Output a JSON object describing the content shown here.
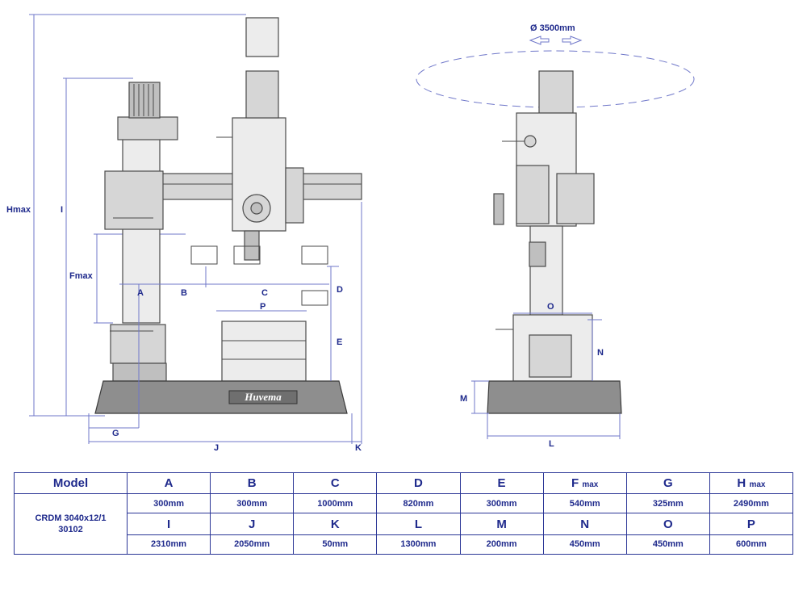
{
  "diagram": {
    "labels": {
      "swing": "Ø 3500mm",
      "Hmax": "Hmax",
      "I": "I",
      "Fmax": "Fmax",
      "A": "A",
      "B": "B",
      "C": "C",
      "D": "D",
      "E": "E",
      "P": "P",
      "G": "G",
      "J": "J",
      "K": "K",
      "O": "O",
      "N": "N",
      "M": "M",
      "L": "L"
    },
    "brand": "Huvema"
  },
  "table": {
    "model_header": "Model",
    "model_name_line1": "CRDM 3040x12/1",
    "model_name_line2": "30102",
    "row1": {
      "headers": [
        "A",
        "B",
        "C",
        "D",
        "E",
        "F",
        "G",
        "H"
      ],
      "header_subs": [
        "",
        "",
        "",
        "",
        "",
        "max",
        "",
        "max"
      ],
      "values": [
        "300mm",
        "300mm",
        "1000mm",
        "820mm",
        "300mm",
        "540mm",
        "325mm",
        "2490mm"
      ]
    },
    "row2": {
      "headers": [
        "I",
        "J",
        "K",
        "L",
        "M",
        "N",
        "O",
        "P"
      ],
      "values": [
        "2310mm",
        "2050mm",
        "50mm",
        "1300mm",
        "200mm",
        "450mm",
        "450mm",
        "600mm"
      ]
    },
    "colors": {
      "text": "#1f2a8c",
      "border": "#2a3596"
    }
  }
}
